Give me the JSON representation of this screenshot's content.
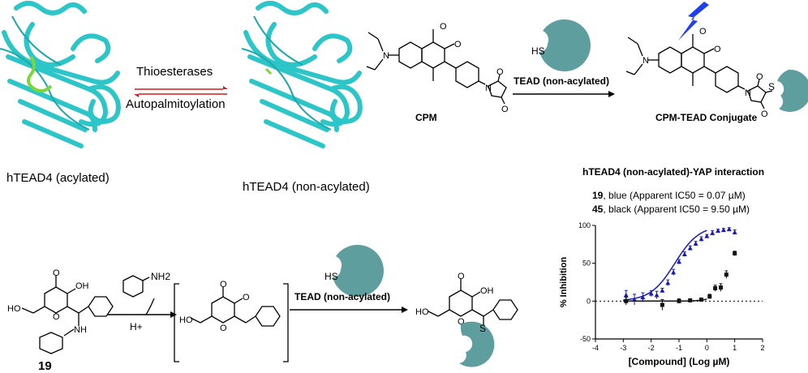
{
  "top": {
    "acylated_label": "hTEAD4 (acylated)",
    "nonacylated_label": "hTEAD4 (non-acylated)",
    "forward_arrow_label": "Thioesterases",
    "reverse_arrow_label": "Autopalmitoylation",
    "cpm_label": "CPM",
    "reaction_label": "TEAD (non-acylated)",
    "conjugate_label": "CPM-TEAD Conjugate",
    "thiol_label": "HS",
    "sulfur_label": "S"
  },
  "bottom": {
    "compound_label": "19",
    "reagent_atom_label": "NH2",
    "acid_label": "H+",
    "reaction_label": "TEAD (non-acylated)",
    "thiol_label": "HS",
    "sulfur_label": "S"
  },
  "chart_meta": {
    "line1_compound": "19",
    "line1_text": ", blue  (Apparent IC50 = 0.07 µM)",
    "line2_compound": "45",
    "line2_text": ", black (Apparent IC50 = 9.50 µM)",
    "color_series1": "#1a1ab4",
    "color_series2": "#111111",
    "color_protein": "#2cc6c9",
    "color_ligand": "#7ad63a",
    "color_blob": "#5f9e9e",
    "color_bolt": "#1f3ff0",
    "arrow_red": "#d21c1c"
  },
  "chart_data": {
    "type": "scatter",
    "title": "hTEAD4 (non-acylated)-YAP interaction",
    "xlabel": "[Compound] (Log µM)",
    "ylabel": "% Inhibition",
    "xlim": [
      -4,
      2
    ],
    "ylim": [
      -50,
      100
    ],
    "xticks": [
      -4,
      -3,
      -2,
      -1,
      0,
      1,
      2
    ],
    "yticks": [
      -50,
      0,
      50,
      100
    ],
    "reference_line_y": 0,
    "series": [
      {
        "name": "19",
        "points": [
          {
            "x": -2.9,
            "y": 8,
            "err": 6
          },
          {
            "x": -2.6,
            "y": 2,
            "err": 7
          },
          {
            "x": -2.3,
            "y": 5,
            "err": 6
          },
          {
            "x": -2.0,
            "y": 10,
            "err": 4
          },
          {
            "x": -1.8,
            "y": 8,
            "err": 5
          },
          {
            "x": -1.6,
            "y": 14,
            "err": 3
          },
          {
            "x": -1.4,
            "y": 24,
            "err": 4
          },
          {
            "x": -1.2,
            "y": 38,
            "err": 4
          },
          {
            "x": -1.0,
            "y": 52,
            "err": 3
          },
          {
            "x": -0.8,
            "y": 62,
            "err": 3
          },
          {
            "x": -0.6,
            "y": 70,
            "err": 3
          },
          {
            "x": -0.4,
            "y": 76,
            "err": 3
          },
          {
            "x": -0.2,
            "y": 82,
            "err": 3
          },
          {
            "x": 0.0,
            "y": 86,
            "err": 2
          },
          {
            "x": 0.2,
            "y": 90,
            "err": 3
          },
          {
            "x": 0.4,
            "y": 93,
            "err": 2
          },
          {
            "x": 0.6,
            "y": 94,
            "err": 2
          },
          {
            "x": 0.8,
            "y": 95,
            "err": 2
          },
          {
            "x": 1.0,
            "y": 91,
            "err": 3
          }
        ],
        "fit": {
          "bottom": 0,
          "top": 100,
          "log_ic50": -1.15,
          "hill": 1.0
        }
      },
      {
        "name": "45",
        "points": [
          {
            "x": -2.9,
            "y": 0,
            "err": 5
          },
          {
            "x": -1.6,
            "y": -5,
            "err": 7
          },
          {
            "x": -1.0,
            "y": 0,
            "err": 3
          },
          {
            "x": -0.6,
            "y": 1,
            "err": 2
          },
          {
            "x": -0.2,
            "y": 2,
            "err": 2
          },
          {
            "x": 0.1,
            "y": 6,
            "err": 3
          },
          {
            "x": 0.3,
            "y": 17,
            "err": 4
          },
          {
            "x": 0.5,
            "y": 18,
            "err": 5
          },
          {
            "x": 0.7,
            "y": 35,
            "err": 5
          },
          {
            "x": 1.0,
            "y": 63,
            "err": 3
          }
        ],
        "fit": {
          "bottom": 0,
          "top": 100,
          "log_ic50": 0.98,
          "hill": 1.6
        }
      }
    ]
  }
}
